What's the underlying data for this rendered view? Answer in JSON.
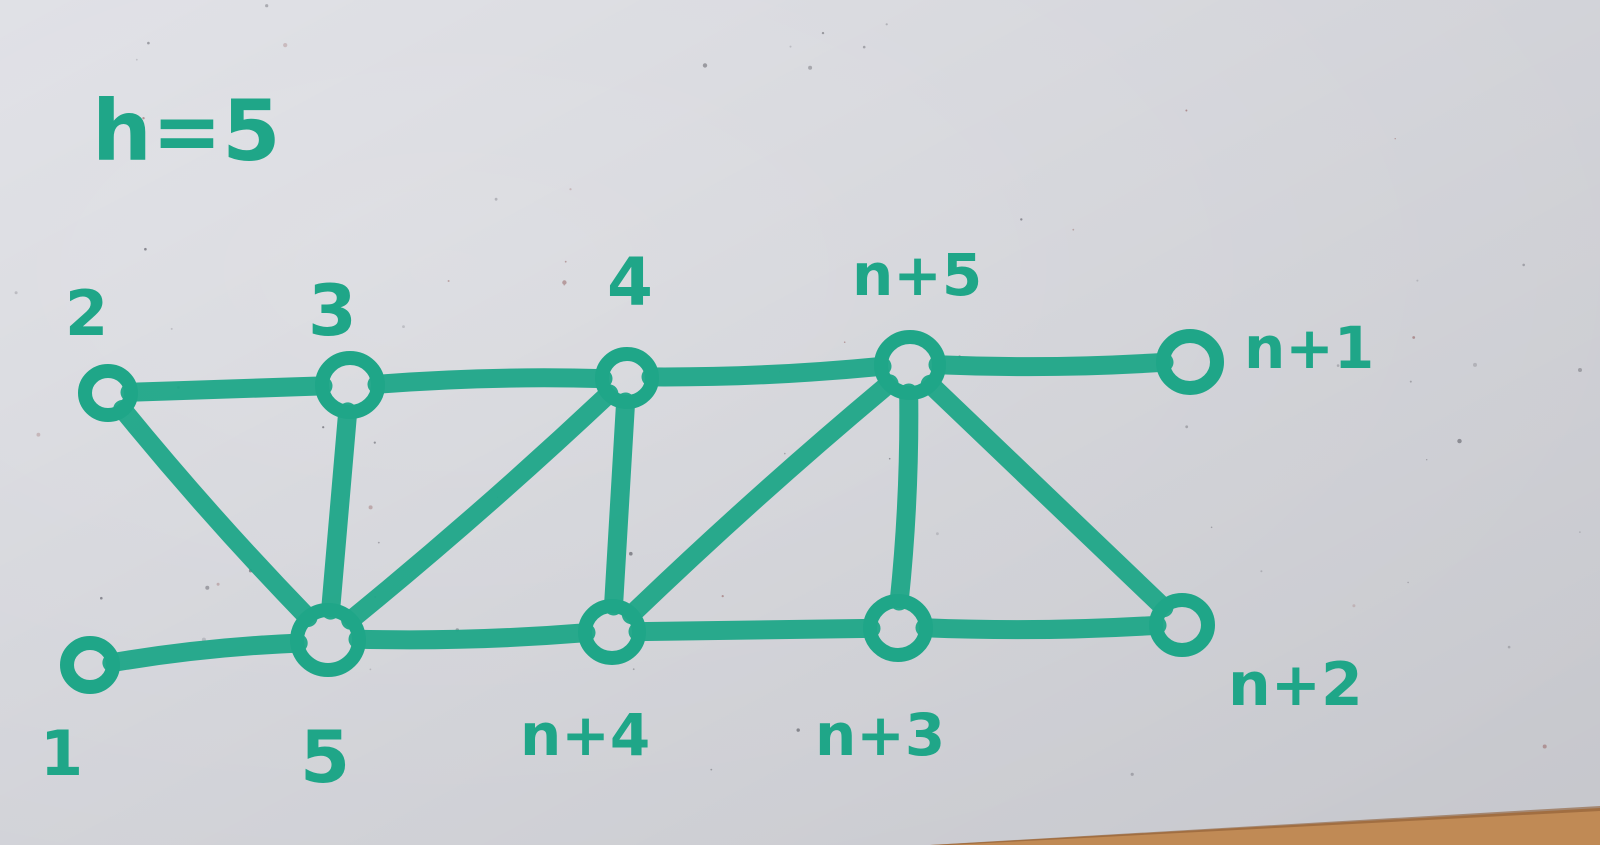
{
  "diagram": {
    "title": "h=5",
    "ink_color": "#1fa688",
    "board_color": "#dcdde3",
    "ledge_color": "#c08a55",
    "nodes": [
      {
        "id": "n1",
        "label": "1"
      },
      {
        "id": "n2",
        "label": "2"
      },
      {
        "id": "n3",
        "label": "3"
      },
      {
        "id": "n4",
        "label": "4"
      },
      {
        "id": "n5",
        "label": "5"
      },
      {
        "id": "nn1",
        "label": "n+1"
      },
      {
        "id": "nn2",
        "label": "n+2"
      },
      {
        "id": "nn3",
        "label": "n+3"
      },
      {
        "id": "nn4",
        "label": "n+4"
      },
      {
        "id": "nn5",
        "label": "n+5"
      }
    ],
    "edges": [
      {
        "from": "n1",
        "to": "n5"
      },
      {
        "from": "n2",
        "to": "n3"
      },
      {
        "from": "n2",
        "to": "n5"
      },
      {
        "from": "n3",
        "to": "n4"
      },
      {
        "from": "n3",
        "to": "n5"
      },
      {
        "from": "n4",
        "to": "nn5"
      },
      {
        "from": "n4",
        "to": "n5"
      },
      {
        "from": "n4",
        "to": "nn4"
      },
      {
        "from": "n5",
        "to": "nn4"
      },
      {
        "from": "nn4",
        "to": "nn5"
      },
      {
        "from": "nn4",
        "to": "nn3"
      },
      {
        "from": "nn5",
        "to": "nn1"
      },
      {
        "from": "nn5",
        "to": "nn3"
      },
      {
        "from": "nn5",
        "to": "nn2"
      },
      {
        "from": "nn3",
        "to": "nn2"
      }
    ]
  }
}
